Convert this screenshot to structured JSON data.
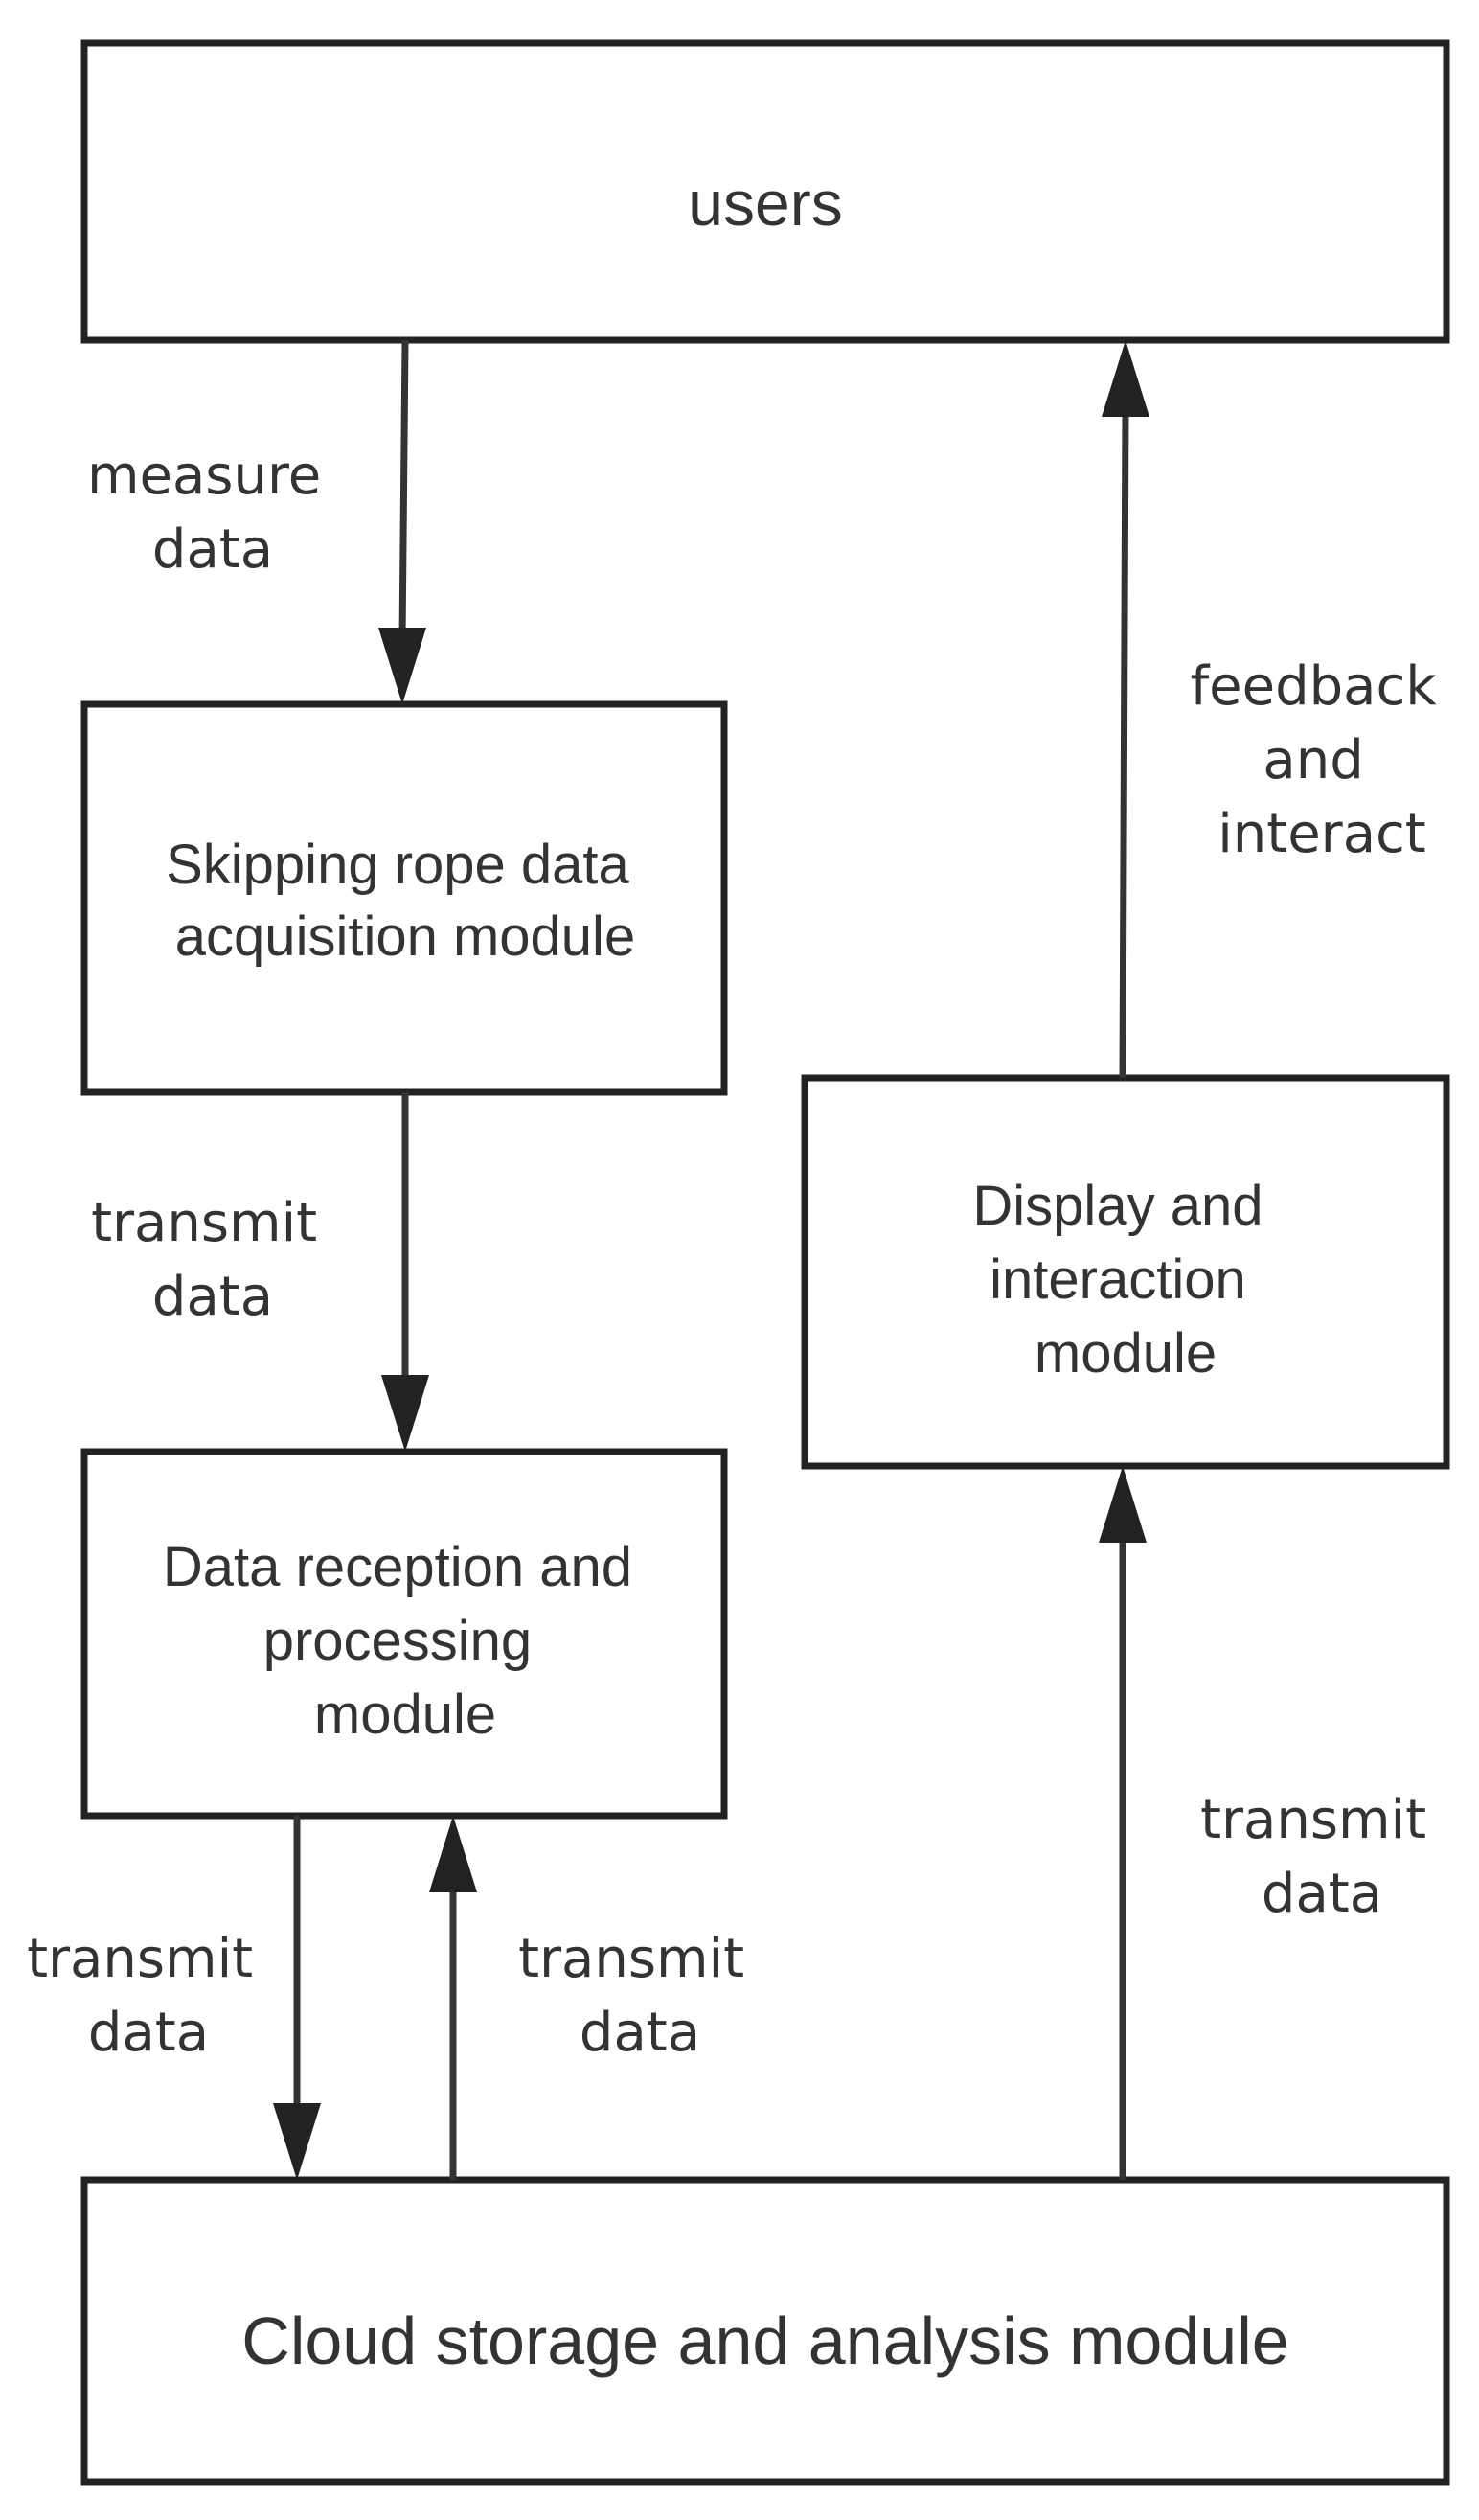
{
  "nodes": {
    "users": {
      "lines": [
        "users"
      ]
    },
    "acquisition": {
      "lines": [
        "Skipping rope data",
        "acquisition module"
      ]
    },
    "reception": {
      "lines": [
        "Data reception and",
        "processing",
        "module"
      ]
    },
    "display": {
      "lines": [
        "Display and",
        "interaction",
        "module"
      ]
    },
    "cloud": {
      "lines": [
        "Cloud storage and analysis module"
      ]
    }
  },
  "edges": [
    {
      "id": "users-to-acquisition",
      "from": "users",
      "to": "acquisition",
      "label": [
        "measure",
        "data"
      ]
    },
    {
      "id": "acquisition-to-reception",
      "from": "acquisition",
      "to": "reception",
      "label": [
        "transmit",
        "data"
      ]
    },
    {
      "id": "reception-to-cloud",
      "from": "reception",
      "to": "cloud",
      "label": [
        "transmit",
        "data"
      ]
    },
    {
      "id": "cloud-to-reception",
      "from": "cloud",
      "to": "reception",
      "label": [
        "transmit",
        "data"
      ]
    },
    {
      "id": "cloud-to-display",
      "from": "cloud",
      "to": "display",
      "label": [
        "transmit",
        "data"
      ]
    },
    {
      "id": "display-to-users",
      "from": "display",
      "to": "users",
      "label": [
        "feedback",
        "and",
        "interact"
      ]
    }
  ],
  "colors": {
    "stroke": "#222222",
    "text": "#333333",
    "background": "#ffffff"
  }
}
